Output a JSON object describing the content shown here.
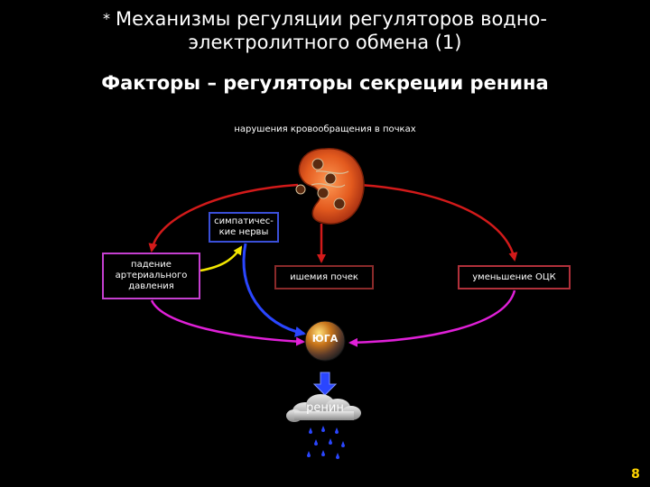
{
  "header": {
    "star": "*",
    "title_line1": "Механизмы регуляции регуляторов водно-",
    "title_line2": "электролитного обмена (1)",
    "subtitle": "Факторы – регуляторы секреции ренина"
  },
  "diagram": {
    "top_label": "нарушения кровообращения в почках",
    "symp_line1": "симпатичес-",
    "symp_line2": "кие нервы",
    "pressure_line1": "падение",
    "pressure_line2": "артериального",
    "pressure_line3": "давления",
    "ischemia": "ишемия почек",
    "ocz": "уменьшение ОЦК",
    "yuga": "ЮГА",
    "renin": "ренин"
  },
  "colors": {
    "background": "#000000",
    "magenta": "#e020d8",
    "red": "#d21a1a",
    "blue_arrow": "#2a46ff",
    "yellow_arrow": "#f2e600",
    "page_number": "#ffd400"
  },
  "icons": [
    "kidney-icon",
    "yuga-sphere-icon",
    "cloud-icon",
    "droplet-icon",
    "down-arrow-icon"
  ],
  "footer": {
    "page_number": "8"
  }
}
